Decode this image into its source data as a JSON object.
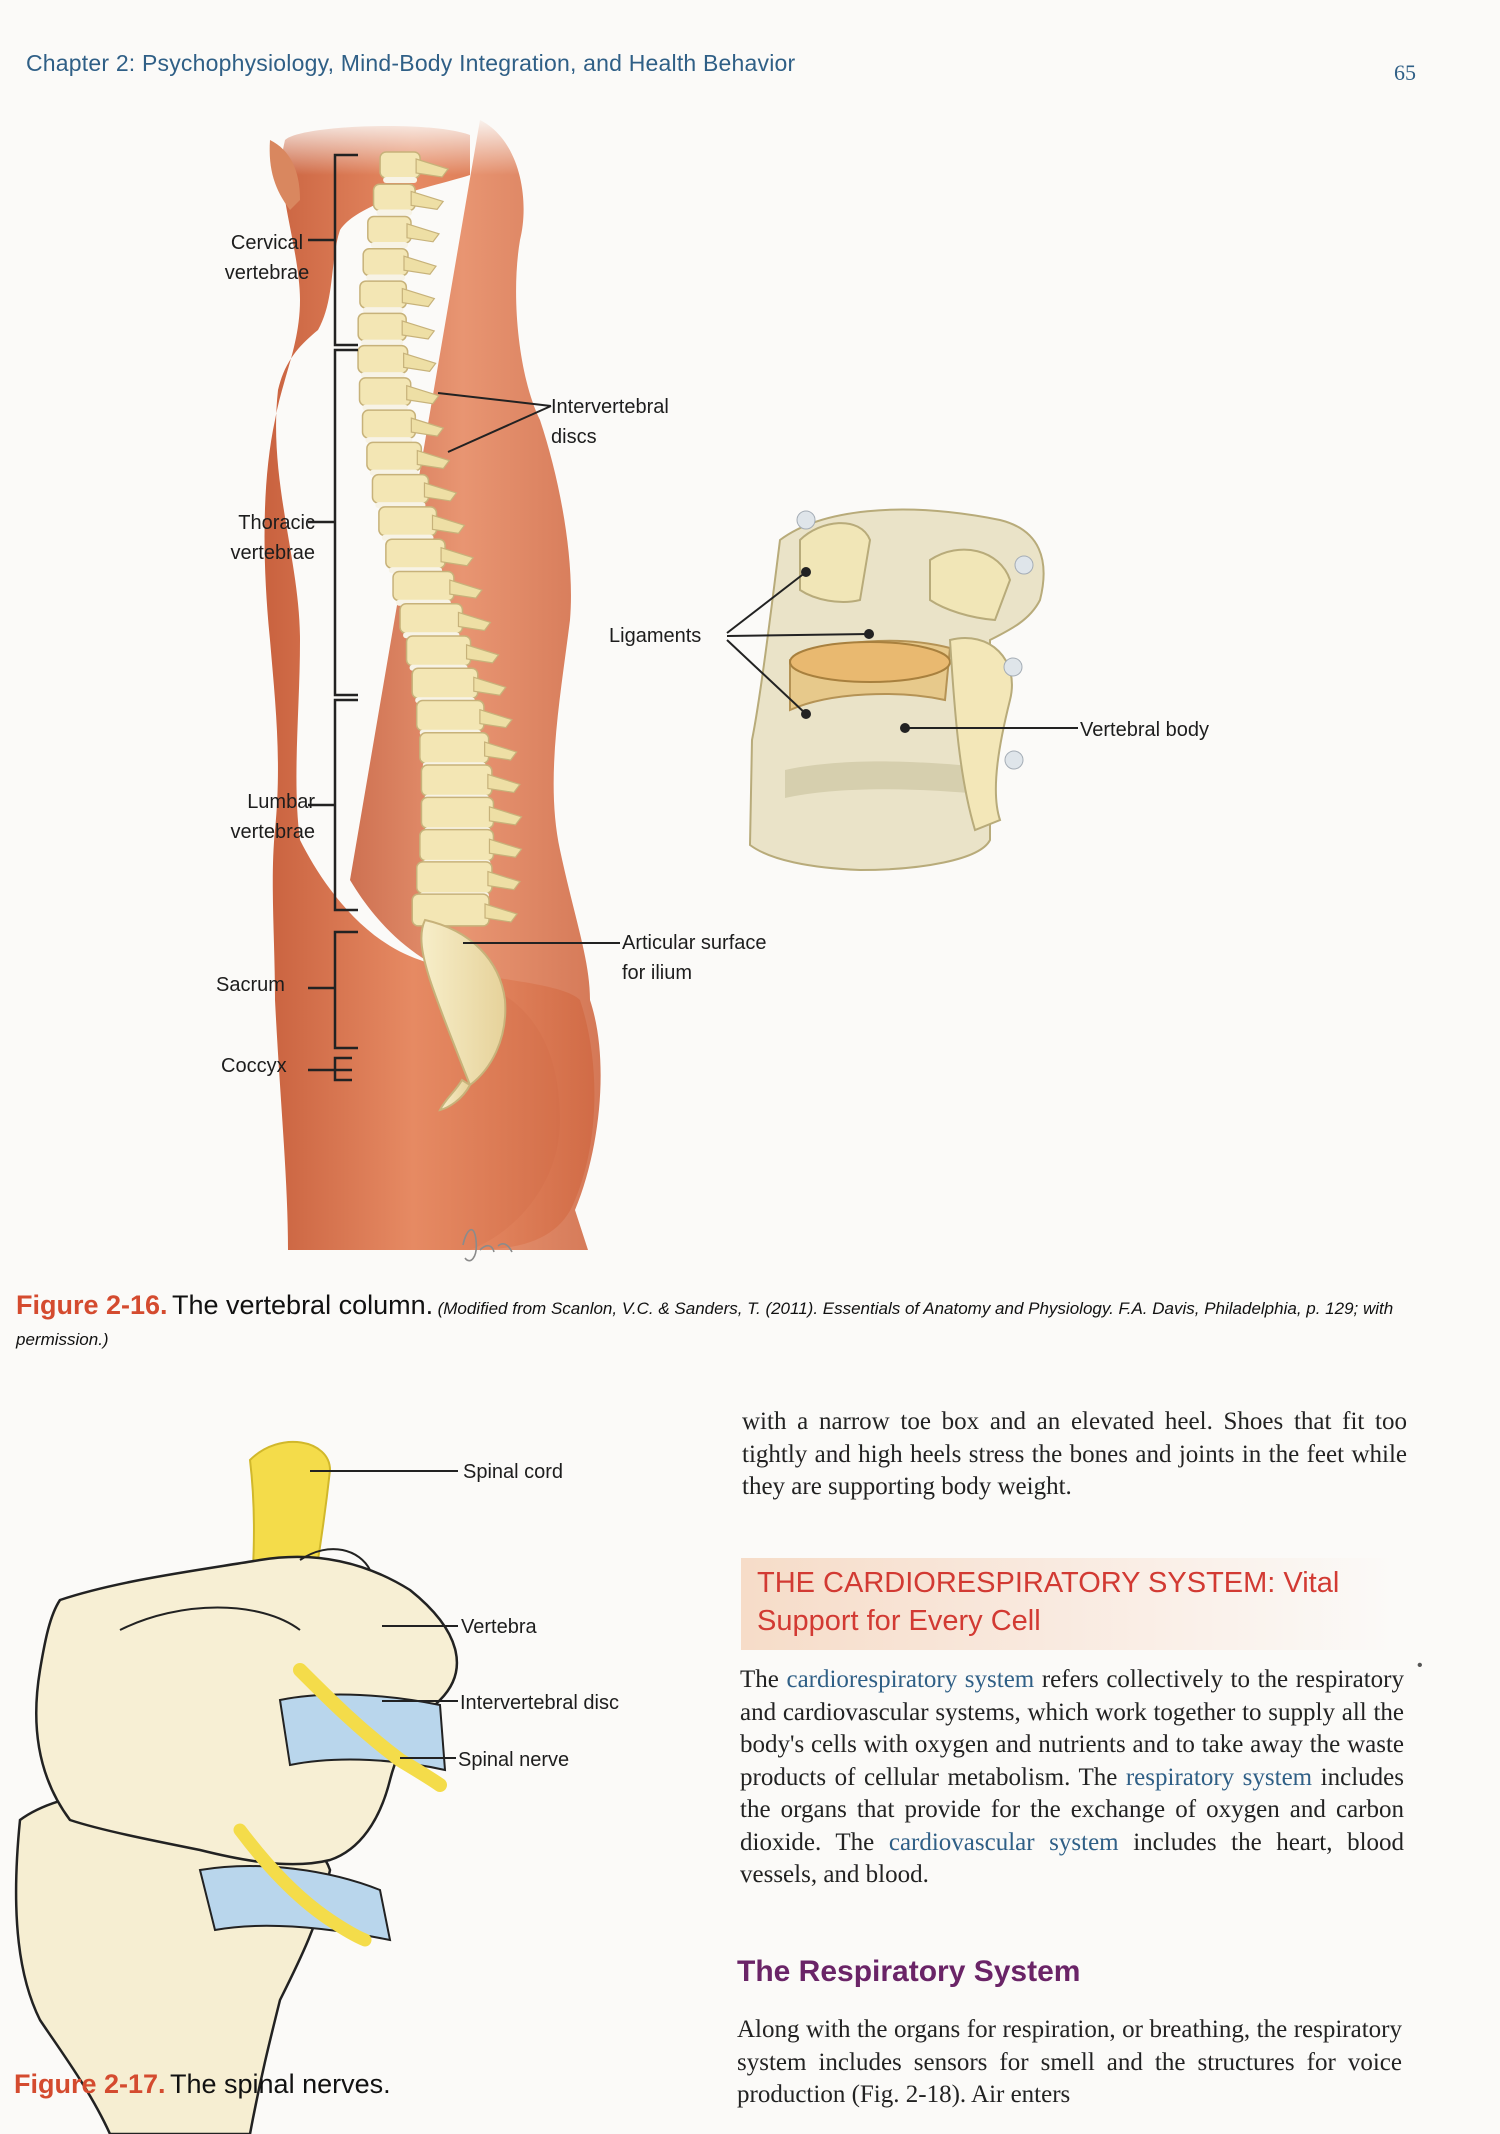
{
  "header": {
    "running_head": "Chapter 2: Psychophysiology, Mind-Body Integration, and Health Behavior",
    "page_number": "65"
  },
  "figure_2_16": {
    "labels": {
      "cervical": "Cervical\nvertebrae",
      "intervertebral_discs": "Intervertebral\ndiscs",
      "thoracic": "Thoracic\nvertebrae",
      "ligaments": "Ligaments",
      "vertebral_body": "Vertebral body",
      "lumbar": "Lumbar\nvertebrae",
      "articular_surface": "Articular surface\nfor ilium",
      "sacrum": "Sacrum",
      "coccyx": "Coccyx"
    },
    "signature": "tina",
    "caption": {
      "number": "Figure 2-16.",
      "title": "The vertebral column.",
      "credit": "(Modified from Scanlon, V.C. & Sanders, T. (2011). Essentials of Anatomy and Physiology. F.A. Davis, Philadelphia, p. 129; with permission.)"
    }
  },
  "figure_2_17": {
    "labels": {
      "spinal_cord": "Spinal cord",
      "vertebra": "Vertebra",
      "intervertebral_disc": "Intervertebral disc",
      "spinal_nerve": "Spinal nerve"
    },
    "caption": {
      "number": "Figure 2-17.",
      "title": "The spinal nerves."
    }
  },
  "body": {
    "continuation": "with a narrow toe box and an elevated heel. Shoes that fit too tightly and high heels stress the bones and joints in the feet while they are supporting body weight.",
    "section_title": "THE CARDIORESPIRATORY SYSTEM: Vital Support for Every Cell",
    "para1": {
      "t1": "The ",
      "term1": "cardiorespiratory system",
      "t2": " refers collectively to the respiratory and cardiovascular systems, which work together to supply all the body's cells with oxygen and nutrients and to take away the waste products of cellular metabolism. The ",
      "term2": "respiratory system",
      "t3": " includes the organs that provide for the exchange of oxygen and carbon dioxide. The ",
      "term3": "cardiovascular system",
      "t4": " includes the heart, blood vessels, and blood."
    },
    "subhead": "The Respiratory System",
    "para2": "Along with the organs for respiration, or breathing, the respiratory system includes sensors for smell and the structures for voice production (Fig. 2-18). Air enters",
    "margin_mark": "•"
  },
  "colors": {
    "heading_blue": "#2f5f86",
    "figure_number": "#d44b2f",
    "section_red": "#d23a33",
    "subhead_purple": "#6a2467",
    "skin": "#e07a55",
    "bone": "#f2e4b0",
    "nerve": "#f4dc4a",
    "disc_blue": "#b9d6ec"
  }
}
